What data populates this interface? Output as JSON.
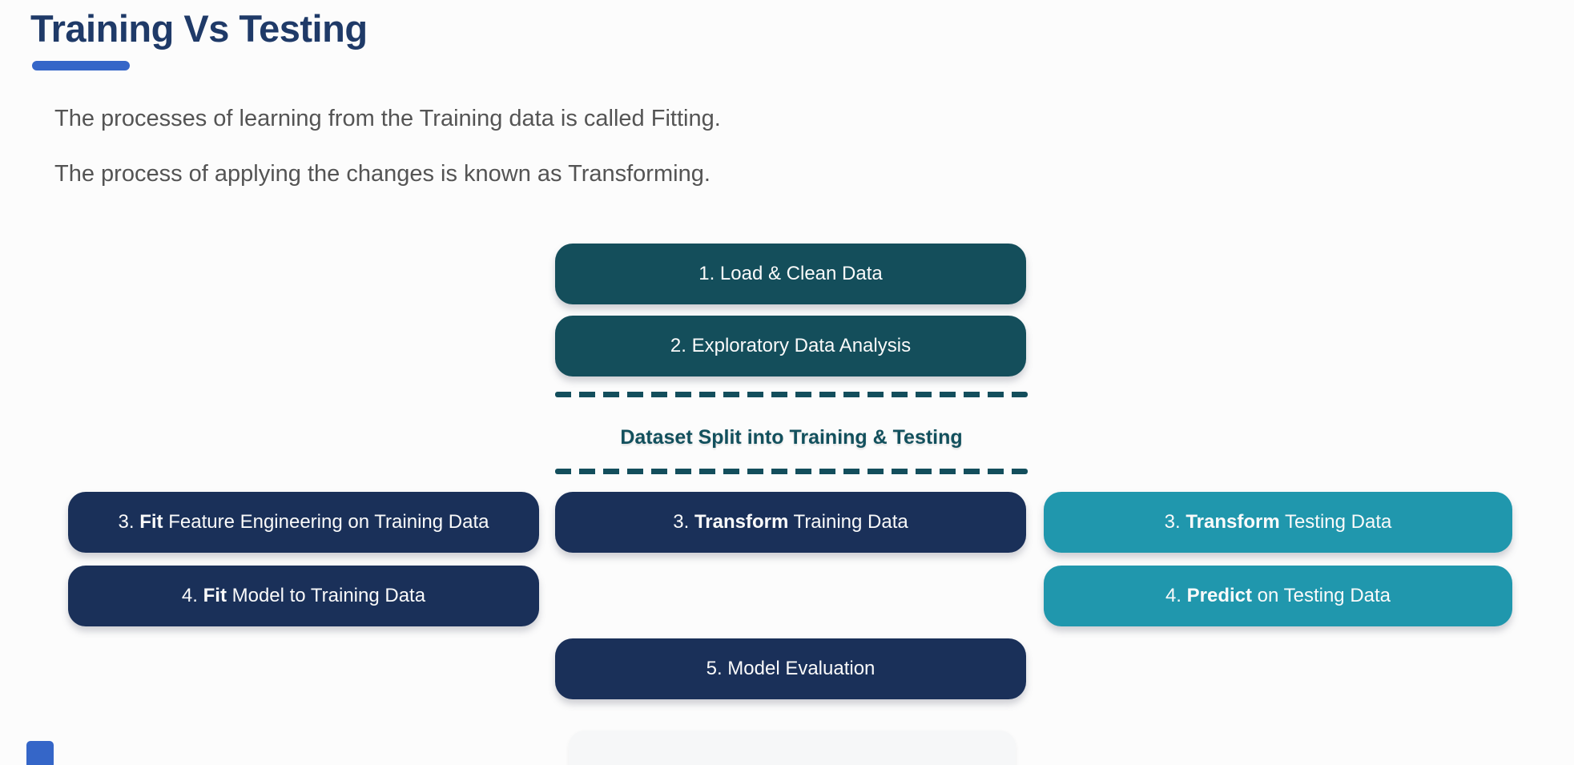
{
  "header": {
    "title": "Training Vs Testing",
    "title_color": "#1f3a68",
    "underline_color": "#3566c8"
  },
  "intro": {
    "line1": "The processes of learning from the Training data is called Fitting.",
    "line2": "The process of applying the changes is known as Transforming.",
    "text_color": "#545454"
  },
  "diagram": {
    "colors": {
      "teal_dark_box": "#144e5b",
      "navy_box": "#1a3059",
      "cyan_box": "#2097ad",
      "divider_dash": "#134e5c",
      "box_text": "#fafafa"
    },
    "top_steps": [
      {
        "label": "1. Load & Clean Data"
      },
      {
        "label": "2. Exploratory Data Analysis"
      }
    ],
    "split_label": "Dataset Split into Training & Testing",
    "columns": {
      "left": [
        {
          "prefix": "3. ",
          "bold": "Fit",
          "suffix": " Feature Engineering on Training Data"
        },
        {
          "prefix": "4. ",
          "bold": "Fit",
          "suffix": " Model to Training Data"
        }
      ],
      "center": [
        {
          "prefix": "3. ",
          "bold": "Transform",
          "suffix": " Training Data"
        }
      ],
      "right": [
        {
          "prefix": "3. ",
          "bold": "Transform",
          "suffix": " Testing Data"
        },
        {
          "prefix": "4. ",
          "bold": "Predict",
          "suffix": " on Testing Data"
        }
      ]
    },
    "evaluation": {
      "label": "5. Model Evaluation"
    }
  }
}
